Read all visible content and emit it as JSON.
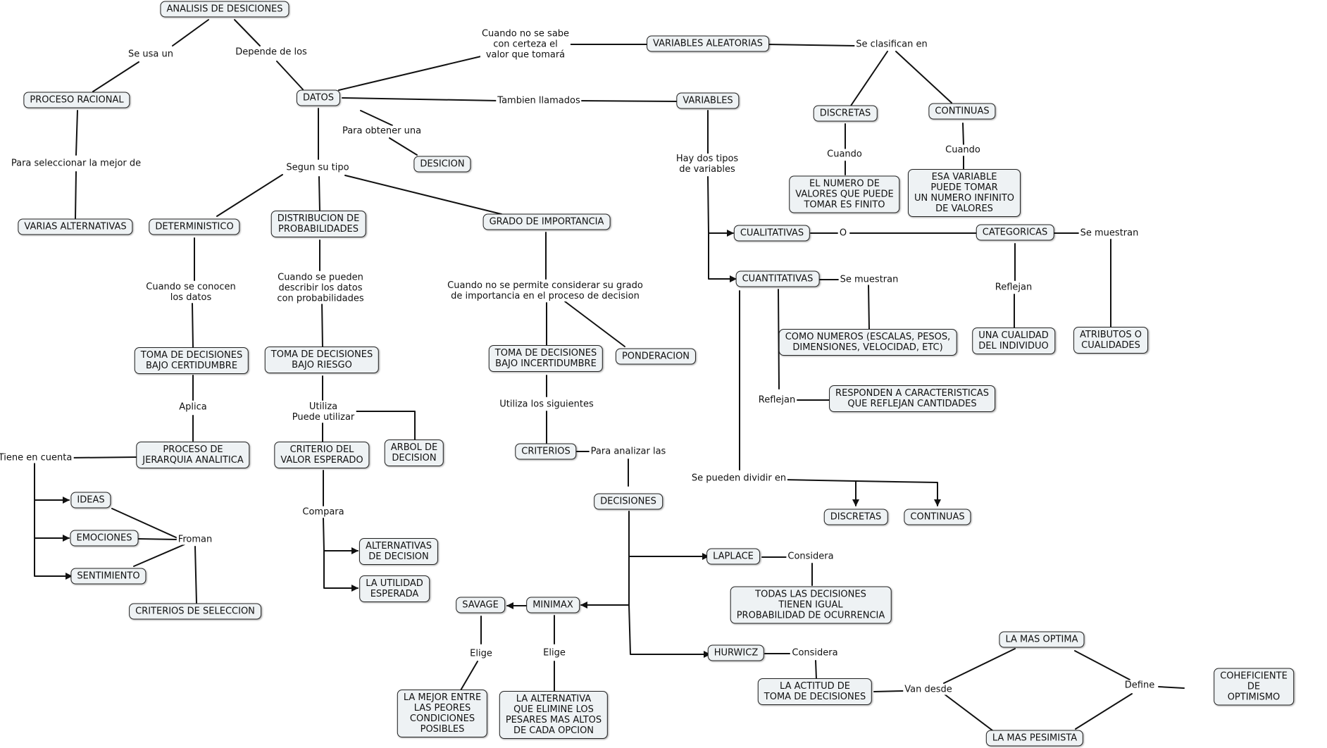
{
  "concepts": {
    "analisis": "ANALISIS DE DESICIONES",
    "proceso_racional": "PROCESO RACIONAL",
    "varias_alternativas": "VARIAS ALTERNATIVAS",
    "datos": "DATOS",
    "desicion": "DESICION",
    "variables_aleatorias": "VARIABLES ALEATORIAS",
    "variables": "VARIABLES",
    "discretas_top": "DISCRETAS",
    "continuas_top": "CONTINUAS",
    "numero_finito": "EL NUMERO DE\nVALORES QUE PUEDE\nTOMAR ES FINITO",
    "numero_infinito": "ESA VARIABLE\nPUEDE TOMAR\nUN NUMERO INFINITO\nDE VALORES",
    "deterministico": "DETERMINISTICO",
    "distribucion": "DISTRIBUCION DE\nPROBABILIDADES",
    "grado_importancia": "GRADO DE IMPORTANCIA",
    "cualitativas": "CUALITATIVAS",
    "categoricas": "CATEGORICAS",
    "cuantitativas": "CUANTITATIVAS",
    "como_numeros": "COMO NUMEROS (ESCALAS, PESOS,\nDIMENSIONES, VELOCIDAD, ETC)",
    "cualidad": "UNA CUALIDAD\nDEL INDIVIDUO",
    "atributos": "ATRIBUTOS O\nCUALIDADES",
    "responden": "RESPONDEN A CARACTERISTICAS\nQUE REFLEJAN CANTIDADES",
    "td_certidumbre": "TOMA DE DECISIONES\nBAJO CERTIDUMBRE",
    "td_riesgo": "TOMA DE DECISIONES\nBAJO RIESGO",
    "td_incertidumbre": "TOMA DE DECISIONES\nBAJO INCERTIDUMBRE",
    "ponderacion": "PONDERACION",
    "jerarquia": "PROCESO DE\nJERARQUIA ANALITICA",
    "criterio_valor": "CRITERIO DEL\nVALOR ESPERADO",
    "arbol": "ARBOL DE\nDECISION",
    "criterios": "CRITERIOS",
    "ideas": "IDEAS",
    "emociones": "EMOCIONES",
    "sentimiento": "SENTIMIENTO",
    "criterios_seleccion": "CRITERIOS DE SELECCION",
    "alternativas_decision": "ALTERNATIVAS\nDE DECISION",
    "utilidad": "LA UTILIDAD\nESPERADA",
    "decisiones": "DECISIONES",
    "discretas_bottom": "DISCRETAS",
    "continuas_bottom": "CONTINUAS",
    "laplace": "LAPLACE",
    "todas_decisiones": "TODAS LAS DECISIONES\nTIENEN IGUAL\nPROBABILIDAD DE OCURRENCIA",
    "savage": "SAVAGE",
    "minimax": "MINIMAX",
    "hurwicz": "HURWICZ",
    "actitud": "LA ACTITUD DE\nTOMA DE DECISIONES",
    "mas_optima": "LA MAS OPTIMA",
    "coeficiente": "COHEFICIENTE DE OPTIMISMO",
    "mas_pesimista": "LA MAS PESIMISTA",
    "mejor_peores": "LA MEJOR ENTRE\nLAS PEORES\nCONDICIONES\nPOSIBLES",
    "elimine_pesares": "LA ALTERNATIVA\nQUE ELIMINE LOS\nPESARES MAS ALTOS\nDE CADA OPCION"
  },
  "links": {
    "se_usa_un": "Se usa un",
    "depende_de_los": "Depende de los",
    "para_seleccionar": "Para seleccionar la mejor de",
    "cuando_no_se_sabe": "Cuando no se sabe\ncon certeza el\nvalor que tomará",
    "se_clasifican_en": "Se clasifican en",
    "tambien_llamados": "Tambien llamados",
    "para_obtener_una": "Para obtener una",
    "segun_su_tipo": "Segun su tipo",
    "cuando_discretas": "Cuando",
    "cuando_continuas": "Cuando",
    "hay_dos_tipos": "Hay dos tipos\nde variables",
    "o": "O",
    "se_muestran_cat": "Se muestran",
    "se_muestran_cuant": "Se muestran",
    "reflejan_cat": "Reflejan",
    "reflejan_cuant": "Reflejan",
    "cuando_se_conocen": "Cuando se conocen\nlos datos",
    "cuando_se_pueden": "Cuando se pueden\ndescribir los datos\ncon probabilidades",
    "cuando_no_se_permite": "Cuando no se permite considerar su grado\nde importancia en el proceso de decision",
    "aplica": "Aplica",
    "utiliza_puede": "Utiliza\nPuede utilizar",
    "utiliza_los_siguientes": "Utiliza los siguientes",
    "tiene_en_cuenta": "Tiene en cuenta",
    "froman": "Froman",
    "compara": "Compara",
    "para_analizar_las": "Para analizar las",
    "se_pueden_dividir": "Se pueden dividir en",
    "considera_laplace": "Considera",
    "considera_hurwicz": "Considera",
    "elige_savage": "Elige",
    "elige_minimax": "Elige",
    "van_desde": "Van desde",
    "define": "Define"
  }
}
